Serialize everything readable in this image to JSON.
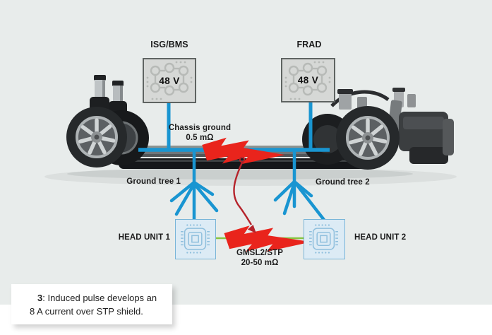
{
  "diagram": {
    "modules": {
      "isg": {
        "label": "ISG/BMS",
        "voltage": "48 V"
      },
      "frad": {
        "label": "FRAD",
        "voltage": "48 V"
      },
      "head_unit_1": {
        "label": "HEAD UNIT 1"
      },
      "head_unit_2": {
        "label": "HEAD UNIT 2"
      }
    },
    "annotations": {
      "chassis_ground_title": "Chassis ground",
      "chassis_ground_value": "0.5 mΩ",
      "ground_tree_1": "Ground tree 1",
      "ground_tree_2": "Ground tree 2",
      "gmsl_link_title": "GMSL2/STP",
      "gmsl_link_value": "20-50 mΩ"
    },
    "caption": {
      "number": "3",
      "line1": ": Induced pulse develops an",
      "line2": "8 A current over STP shield."
    },
    "colors": {
      "background": "#e8eceb",
      "wire_blue": "#1995d1",
      "pulse_red": "#e9241c",
      "induced_arrow_red": "#b5232b",
      "gmsl_green": "#86c440",
      "module_fill": "#d6d8d6",
      "module_border": "#5f6462",
      "head_unit_fill": "#dcebf5",
      "head_unit_border": "#79b5d8"
    }
  }
}
